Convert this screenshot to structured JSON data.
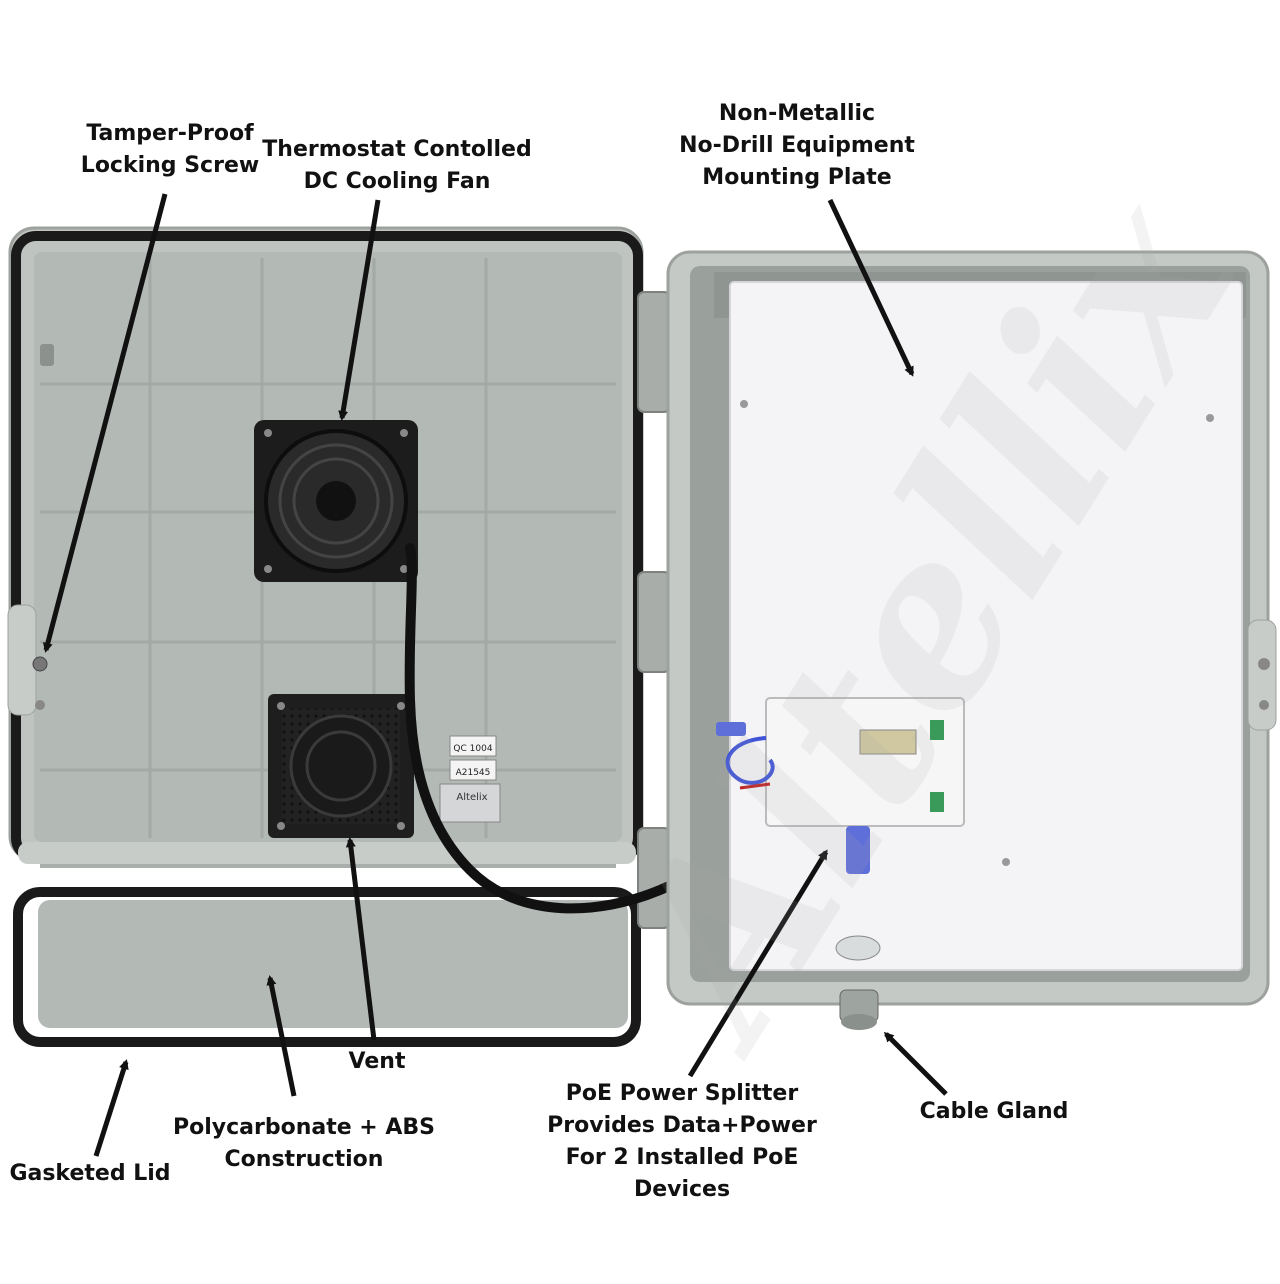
{
  "watermark": "Altellix",
  "label_plate": {
    "line1": "QC 1004",
    "line2": "A21545",
    "brand": "Altelix"
  },
  "callouts": {
    "tamper_screw": [
      "Tamper-Proof",
      "Locking Screw"
    ],
    "fan": [
      "Thermostat Contolled",
      "DC Cooling Fan"
    ],
    "mounting_plate": [
      "Non-Metallic",
      "No-Drill Equipment",
      "Mounting Plate"
    ],
    "gasketed_lid": [
      "Gasketed Lid"
    ],
    "construction": [
      "Polycarbonate + ABS",
      "Construction"
    ],
    "vent": [
      "Vent"
    ],
    "poe_splitter": [
      "PoE Power Splitter",
      "Provides Data+Power",
      "For 2 Installed PoE",
      "Devices"
    ],
    "cable_gland": [
      "Cable Gland"
    ]
  },
  "colors": {
    "lid_body": "#b4bab6",
    "lid_frame": "#c3c8c4",
    "gasket": "#1a1a1a",
    "plate": "#f4f4f7",
    "fan": "#1c1c1c",
    "arrow": "#111111"
  }
}
